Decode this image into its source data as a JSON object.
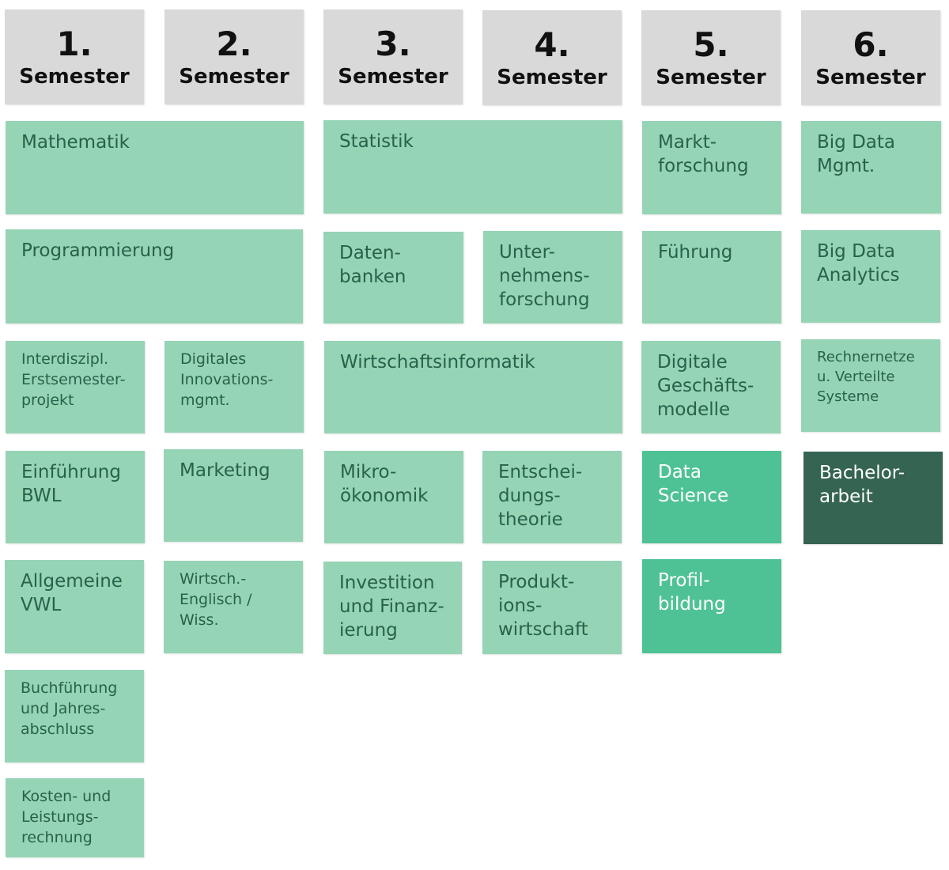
{
  "colors": {
    "header_bg": "#d9d9d9",
    "module_light": "#95d4b5",
    "module_medium": "#4fc295",
    "module_dark": "#356452",
    "module_text": "#27624a"
  },
  "semesters": [
    {
      "number": "1.",
      "label": "Semester"
    },
    {
      "number": "2.",
      "label": "Semester"
    },
    {
      "number": "3.",
      "label": "Semester"
    },
    {
      "number": "4.",
      "label": "Semester"
    },
    {
      "number": "5.",
      "label": "Semester"
    },
    {
      "number": "6.",
      "label": "Semester"
    }
  ],
  "modules": {
    "mathematik": "Mathematik",
    "statistik": "Statistik",
    "marktforschung": "Markt-\nforschung",
    "big_data_mgmt": "Big Data\nMgmt.",
    "programmierung": "Programmierung",
    "datenbanken": "Daten-\nbanken",
    "unternehmensforschung": "Unter-\nnehmens-\nforschung",
    "fuehrung": "Führung",
    "big_data_analytics": "Big Data\nAnalytics",
    "erstsemesterprojekt": "Interdiszipl.\nErstsemester-\nprojekt",
    "innovationsmgmt": "Digitales\nInnovations-\nmgmt.",
    "wirtschaftsinformatik": "Wirtschaftsinformatik",
    "geschaeftsmodelle": "Digitale\nGeschäfts-\nmodelle",
    "rechnernetze": "Rechnernetze\nu. Verteilte\nSysteme",
    "einfuehrung_bwl": "Einführung\nBWL",
    "marketing": "Marketing",
    "mikrooekonomik": "Mikro-\nökonomik",
    "entscheidungstheorie": "Entschei-\ndungs-\ntheorie",
    "data_science": "Data\nScience",
    "bachelorarbeit": "Bachelor-\narbeit",
    "allgemeine_vwl": "Allgemeine\nVWL",
    "wirtsch_englisch": "Wirtsch.-\nEnglisch /\nWiss.",
    "investition": "Investition\nund Finanz-\nierung",
    "produktionswirtschaft": "Produkt-\nions-\nwirtschaft",
    "profilbildung": "Profil-\nbildung",
    "buchfuehrung": "Buchführung\nund Jahres-\nabschluss",
    "kostenrechnung": "Kosten- und\nLeistungs-\nrechnung"
  }
}
